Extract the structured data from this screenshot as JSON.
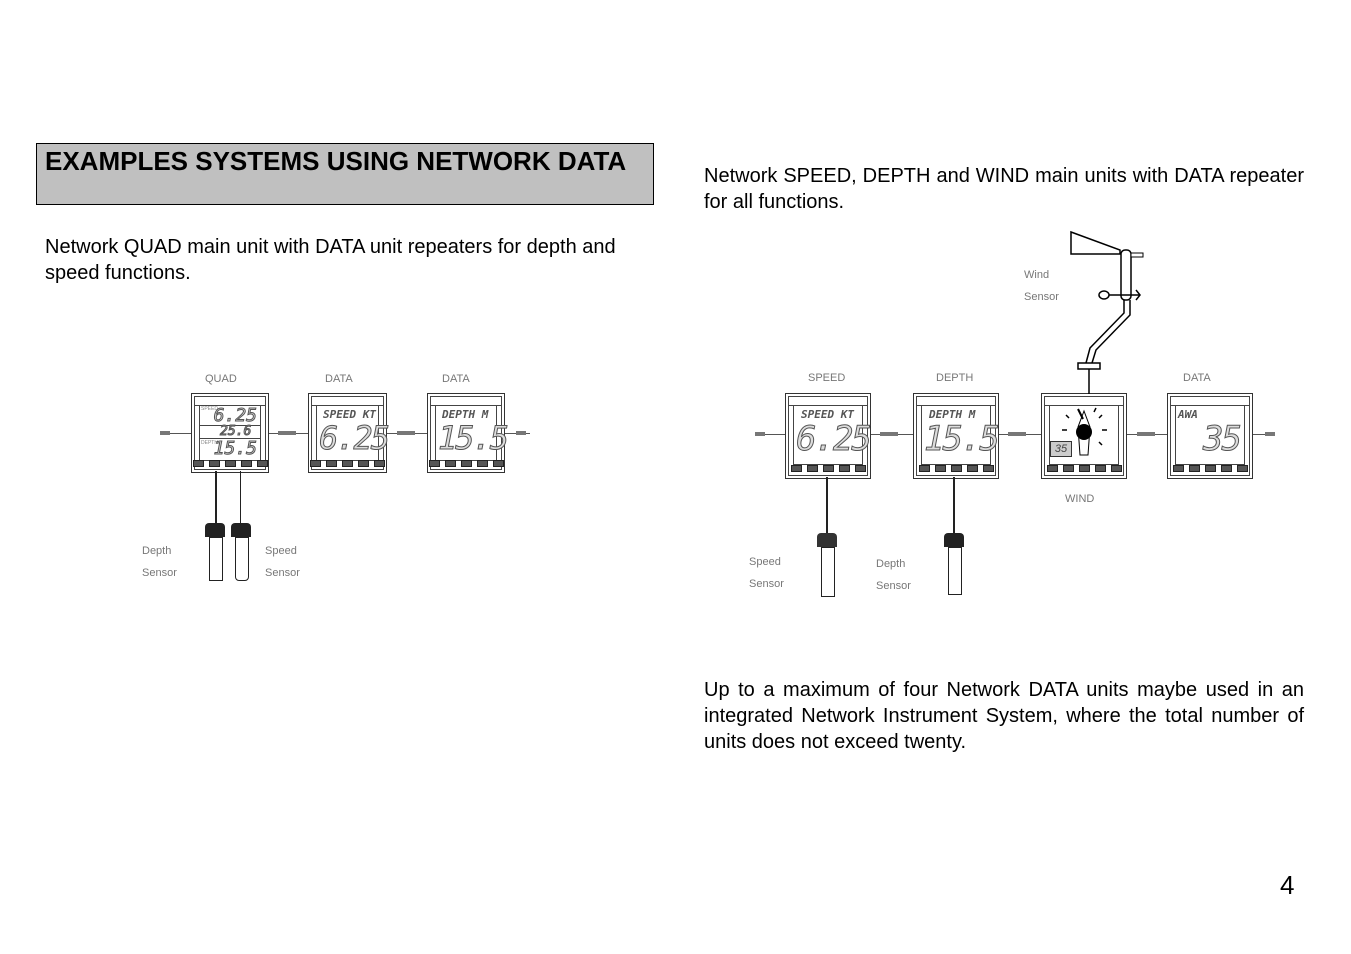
{
  "heading": "EXAMPLES SYSTEMS USING NETWORK DATA",
  "left": {
    "intro": "Network QUAD main unit with DATA unit repeaters for depth and speed functions.",
    "units": [
      {
        "label": "QUAD",
        "speed_caption": "SPEED",
        "speed_value": "6.25",
        "mid_value": "25.6",
        "depth_caption": "DEPTH",
        "depth_value": "15.5"
      },
      {
        "label": "DATA",
        "title": "SPEED KT",
        "value": "6.25"
      },
      {
        "label": "DATA",
        "title": "DEPTH M",
        "value": "15.5"
      }
    ],
    "sensors": {
      "depth_line1": "Depth",
      "depth_line2": "Sensor",
      "speed_line1": "Speed",
      "speed_line2": "Sensor"
    }
  },
  "right": {
    "intro": "Network SPEED, DEPTH and WIND main units with DATA repeater for all functions.",
    "units": [
      {
        "label": "SPEED",
        "title": "SPEED KT",
        "value": "6.25"
      },
      {
        "label": "DEPTH",
        "title": "DEPTH M",
        "value": "15.5"
      },
      {
        "label": "WIND",
        "value": "35"
      },
      {
        "label": "DATA",
        "title": "AWA",
        "value": "35"
      }
    ],
    "sensors": {
      "wind_line1": "Wind",
      "wind_line2": "Sensor",
      "speed_line1": "Speed",
      "speed_line2": "Sensor",
      "depth_line1": "Depth",
      "depth_line2": "Sensor"
    },
    "note": "Up to a maximum of four Network DATA units maybe used in an integrated Network Instrument System, where the total number of units does not exceed twenty."
  },
  "page_number": "4"
}
